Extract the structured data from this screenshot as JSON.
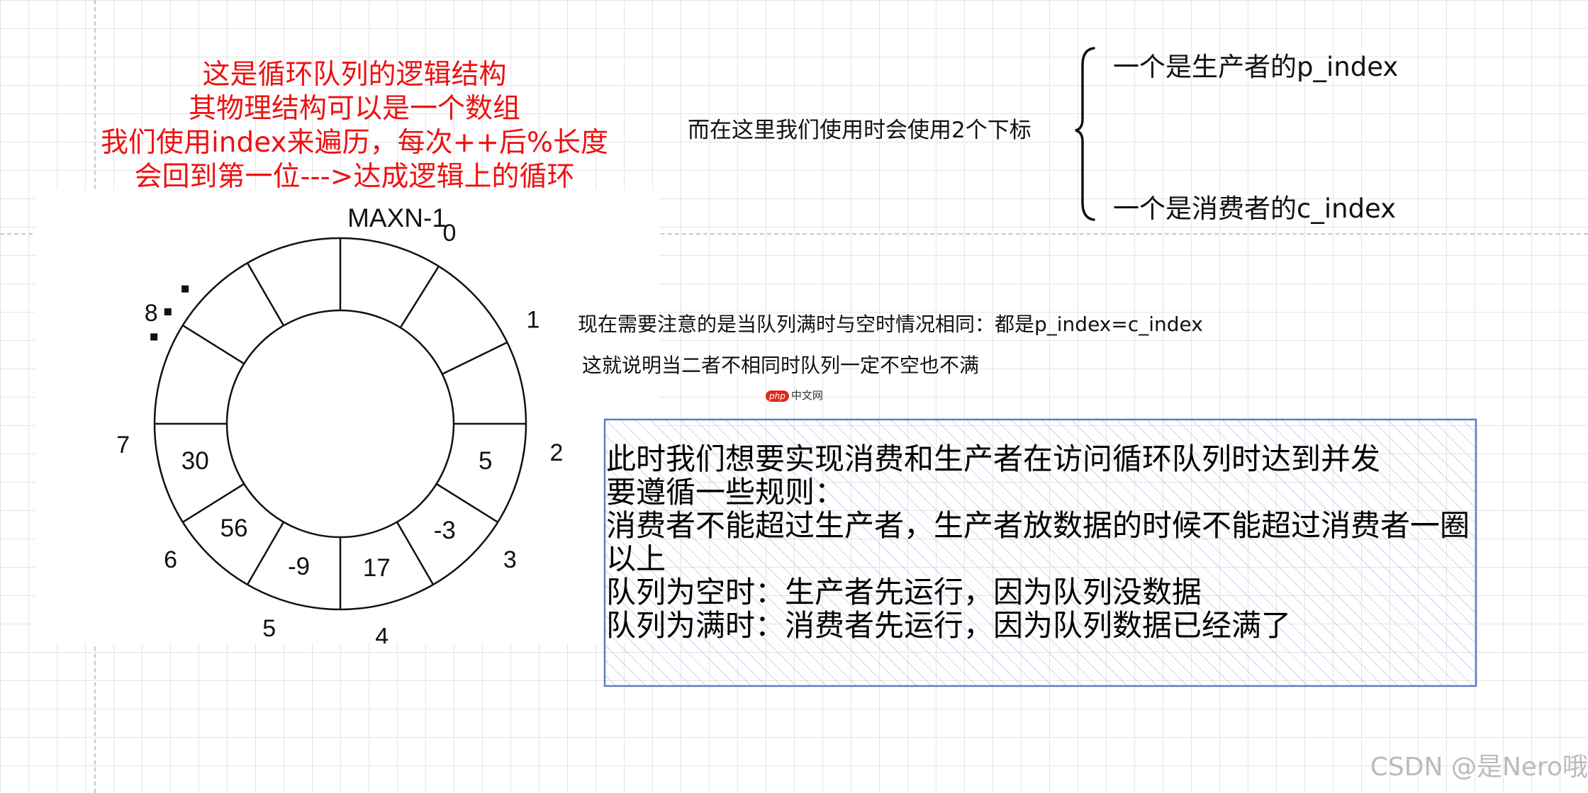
{
  "red_note": {
    "lines": [
      "这是循环队列的逻辑结构",
      "其物理结构可以是一个数组",
      "我们使用index来遍历，每次++后%长度",
      "会回到第一位--->达成逻辑上的循环"
    ],
    "color": "#ee1111"
  },
  "ring": {
    "top_label": "MAXN-1",
    "index_labels": [
      "0",
      "1",
      "2",
      "3",
      "4",
      "5",
      "6",
      "7",
      "8"
    ],
    "ellipsis_dots": 3,
    "cell_values": [
      "5",
      "-3",
      "17",
      "-9",
      "56",
      "30"
    ]
  },
  "indices": {
    "intro": "而在这里我们使用时会使用2个下标",
    "items": [
      "一个是生产者的p_index",
      "一个是消费者的c_index"
    ]
  },
  "notes": {
    "full_empty": "现在需要注意的是当队列满时与空时情况相同：都是p_index=c_index",
    "not_equal": "这就说明当二者不相同时队列一定不空也不满"
  },
  "sticker": {
    "logo": "php",
    "text": "中文网"
  },
  "rules": {
    "lines": [
      "此时我们想要实现消费和生产者在访问循环队列时达到并发",
      "要遵循一些规则：",
      "消费者不能超过生产者，生产者放数据的时候不能超过消费者一圈",
      "以上",
      "队列为空时：生产者先运行，因为队列没数据",
      "队列为满时：消费者先运行，因为队列数据已经满了"
    ],
    "border_color": "#5b7fc7",
    "hatch_color": "#9fb8e6"
  },
  "watermark": "CSDN @是Nero哦"
}
